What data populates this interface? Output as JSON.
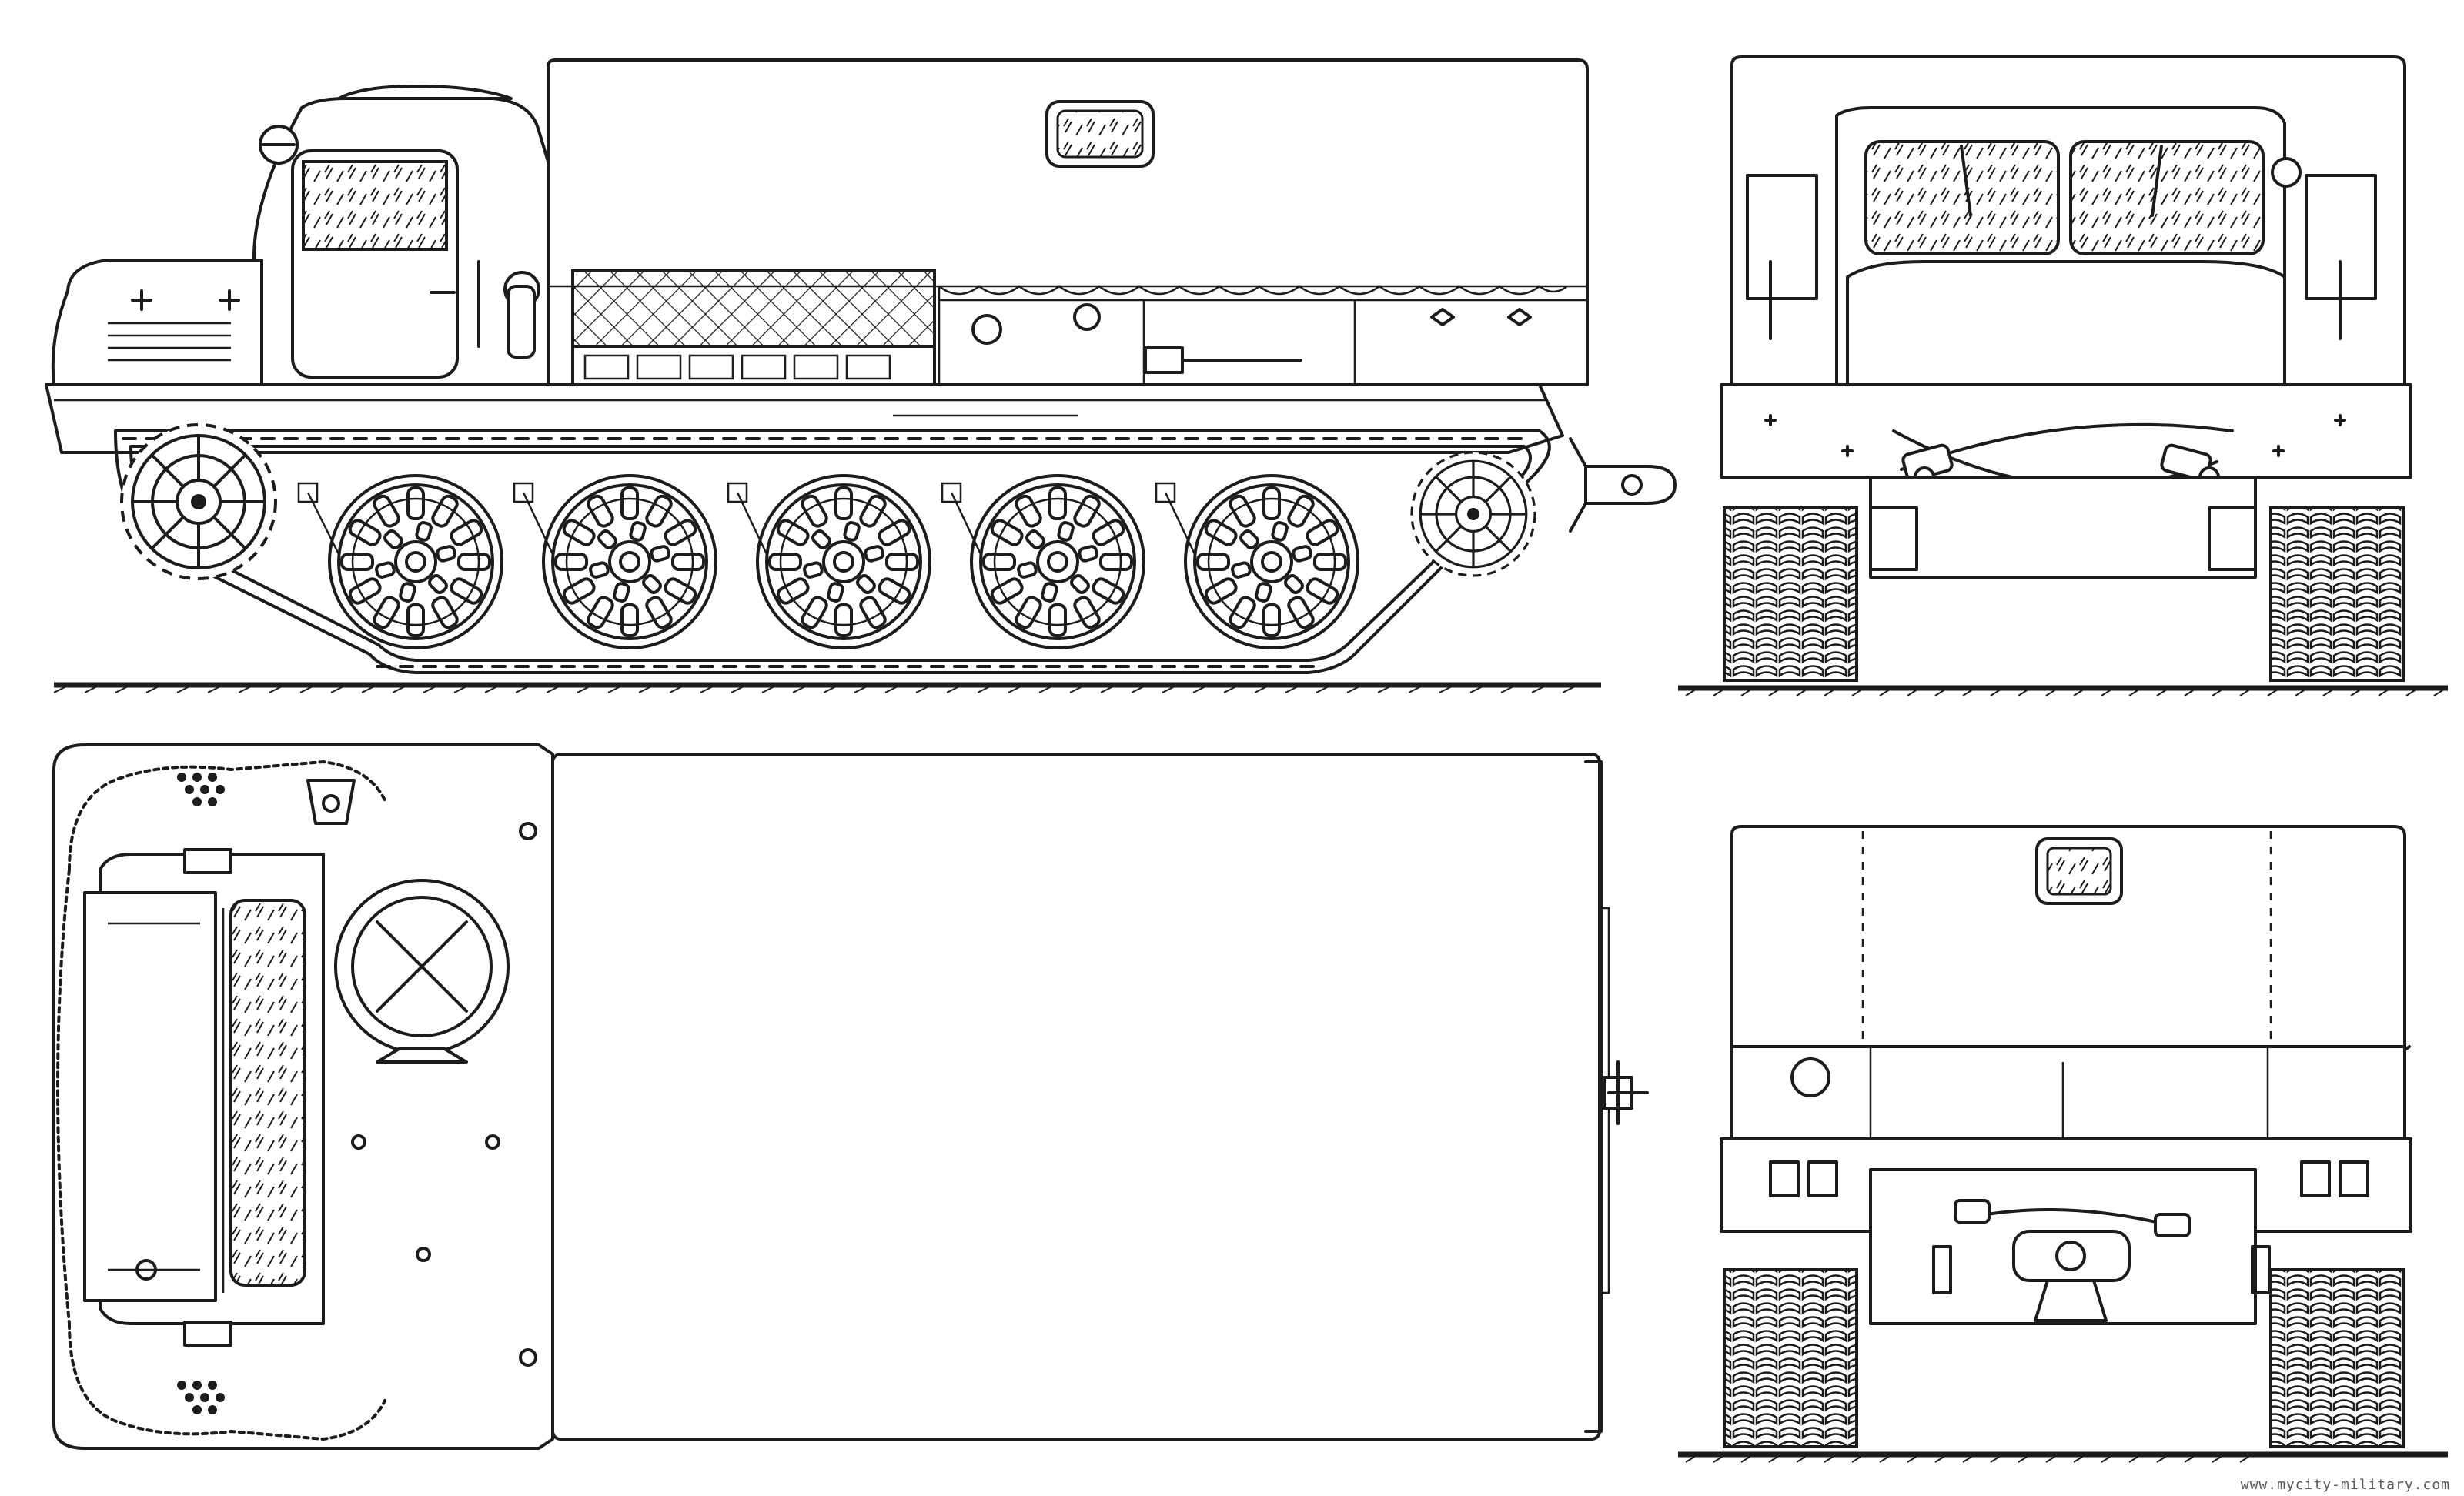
{
  "figure": {
    "subject": "tracked-transporter-blueprint",
    "views": [
      "side-view",
      "top-view",
      "front-view",
      "rear-view"
    ]
  },
  "watermark": {
    "text": "www.mycity-military.com"
  },
  "colors": {
    "ink": "#1c1c1c",
    "paper": "#ffffff",
    "watermark": "#555555"
  },
  "side_view": {
    "road_wheel_count": 5,
    "has_drive_sprocket": true,
    "has_idler": true
  },
  "icons": [
    "headlight-icon",
    "wheel-icon",
    "sprocket-icon",
    "hatch-icon",
    "tow-hook-icon"
  ]
}
